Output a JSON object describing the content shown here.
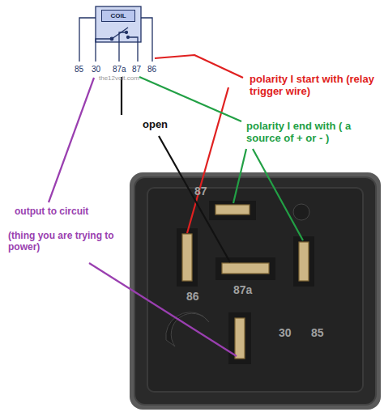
{
  "diagram": {
    "nodes": [
      {
        "text": [
          "COIL"
        ]
      }
    ],
    "labels": [
      "85",
      "30",
      "87a",
      "87",
      "86",
      "the12volt.com",
      "polarity I start with (relay trigger wire)",
      "open",
      "polarity I end with ( a source of + or - )",
      "output to circuit",
      "(thing you are trying to power)",
      "87",
      "86",
      "87a",
      "30",
      "85"
    ]
  }
}
